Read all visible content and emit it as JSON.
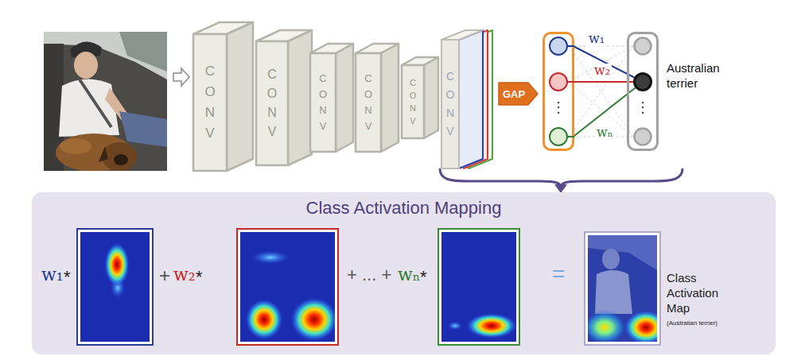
{
  "diagram": {
    "nodes": [
      {
        "text": [
          "CONV"
        ]
      },
      {
        "text": [
          "CONV"
        ]
      },
      {
        "text": [
          "CONV"
        ]
      },
      {
        "text": [
          "CONV"
        ]
      },
      {
        "text": [
          "CONV"
        ]
      },
      {
        "text": [
          "CONV"
        ]
      },
      {
        "text": [
          "GAP"
        ]
      },
      {
        "text": [
          "⋮"
        ]
      },
      {
        "text": [
          "⋮"
        ]
      },
      {
        "text": [
          "Australian terrier"
        ],
        "in": 8
      },
      {
        "text": [
          "Class Activation Mapping"
        ]
      }
    ],
    "edges": [
      {
        "from": 7,
        "to": 9,
        "arrow": "none",
        "label": "w₁"
      },
      {
        "from": 7,
        "to": 9,
        "arrow": "none",
        "label": "w₂"
      },
      {
        "from": 7,
        "to": 9,
        "arrow": "none",
        "label": "wₙ"
      }
    ],
    "labels": [
      "w₁",
      "*",
      "+",
      "w₂",
      "*",
      "+ ... +",
      "wₙ",
      "*",
      "=",
      "Class Activation Map",
      "(Australian terrier)"
    ]
  }
}
